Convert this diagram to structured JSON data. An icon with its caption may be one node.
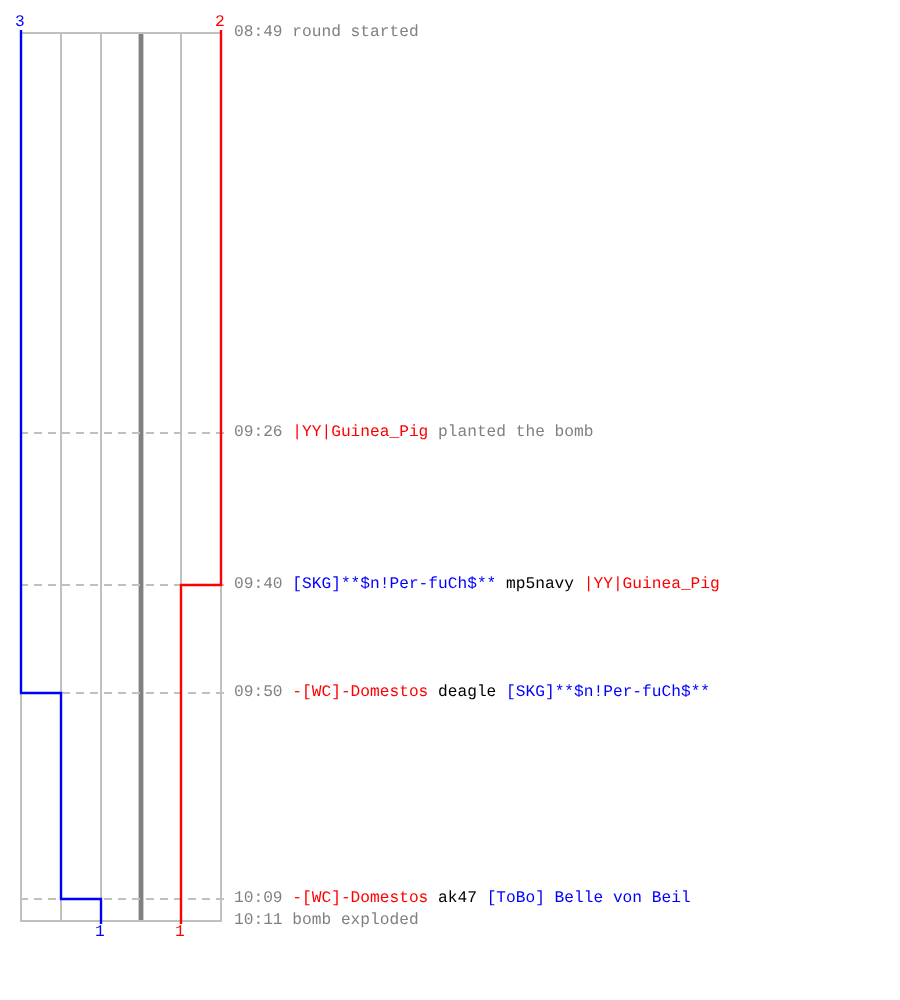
{
  "diagram": {
    "labels": [
      "3",
      "2",
      "08:49",
      "round started",
      "09:26",
      "|YY|Guinea_Pig",
      "planted the bomb",
      "09:40",
      "[SKG]**$n!Per-fuCh$**",
      "mp5navy",
      "|YY|Guinea_Pig",
      "09:50",
      "-[WC]-Domestos",
      "deagle",
      "[SKG]**$n!Per-fuCh$**",
      "10:09",
      "-[WC]-Domestos",
      "ak47",
      "[ToBo] Belle von Beil",
      "1",
      "1",
      "10:11",
      "bomb exploded"
    ]
  }
}
